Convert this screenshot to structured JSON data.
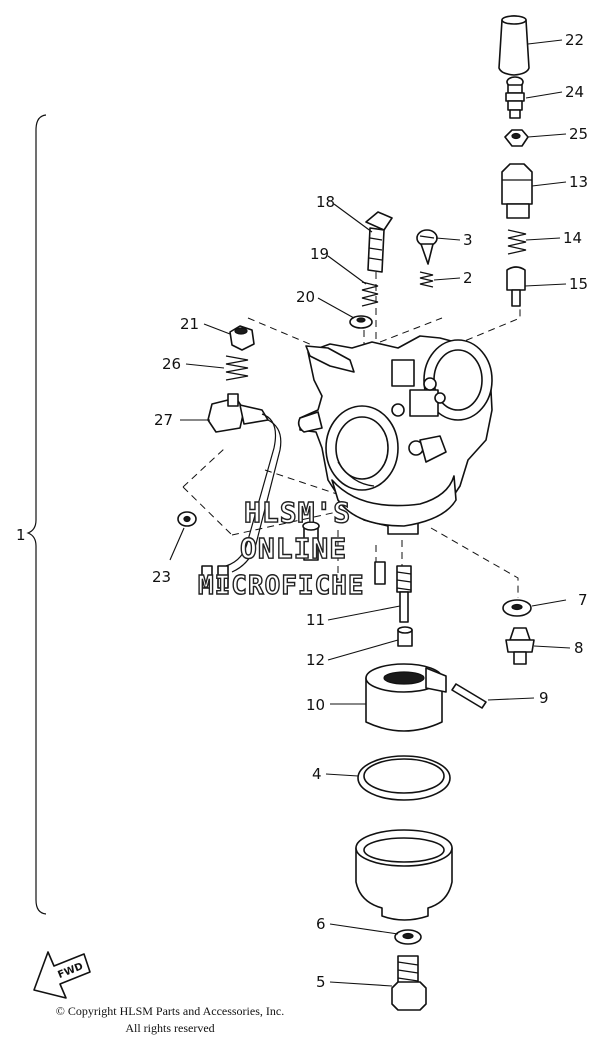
{
  "callouts": {
    "c1": "1",
    "c2": "2",
    "c3": "3",
    "c4": "4",
    "c5": "5",
    "c6": "6",
    "c7": "7",
    "c8": "8",
    "c9": "9",
    "c10": "10",
    "c11": "11",
    "c12": "12",
    "c13": "13",
    "c14": "14",
    "c15": "15",
    "c18": "18",
    "c19": "19",
    "c20": "20",
    "c21": "21",
    "c22": "22",
    "c23": "23",
    "c24": "24",
    "c25": "25",
    "c26": "26",
    "c27": "27"
  },
  "watermark": {
    "line1": "HLSM'S",
    "line2": "ONLINE",
    "line3": "MICROFICHE"
  },
  "fwd_label": "FWD",
  "copyright": {
    "line1": "© Copyright HLSM Parts and Accessories, Inc.",
    "line2": "All rights reserved"
  }
}
